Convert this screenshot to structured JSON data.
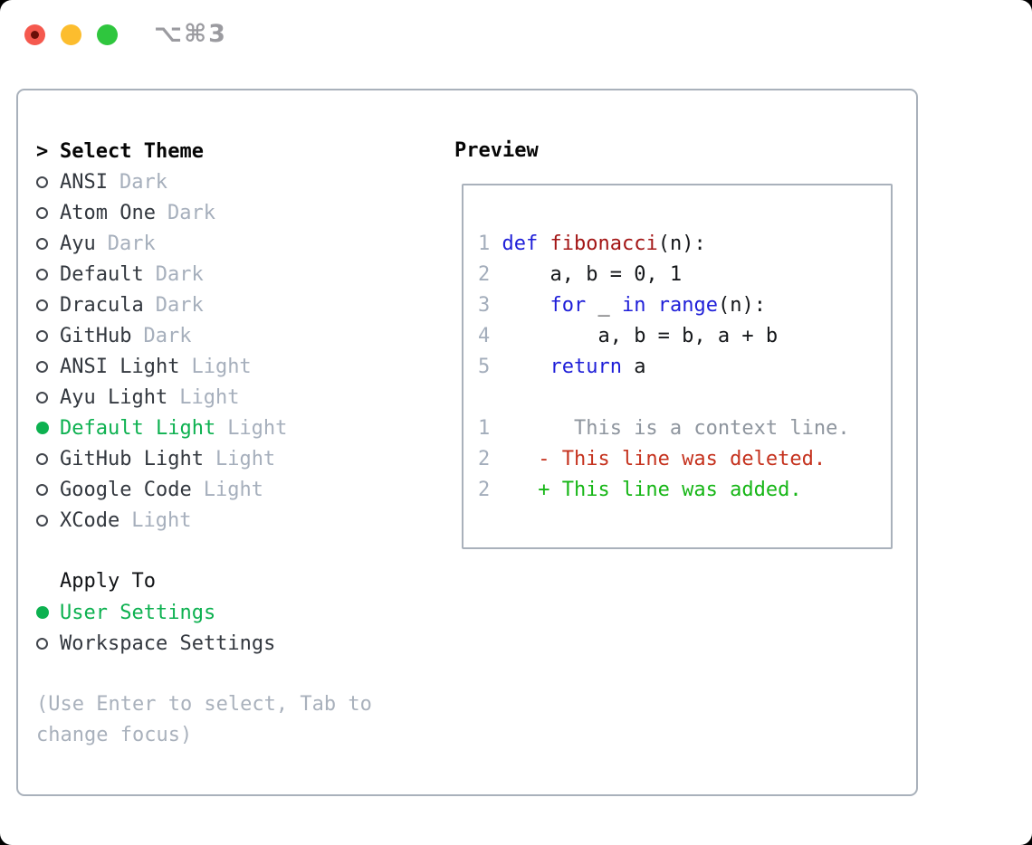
{
  "titlebar": {
    "shortcut": "⌥⌘3"
  },
  "theme_list": {
    "cursor": ">",
    "header": "Select Theme",
    "items": [
      {
        "name": "ANSI",
        "variant": "Dark",
        "selected": false
      },
      {
        "name": "Atom One",
        "variant": "Dark",
        "selected": false
      },
      {
        "name": "Ayu",
        "variant": "Dark",
        "selected": false
      },
      {
        "name": "Default",
        "variant": "Dark",
        "selected": false
      },
      {
        "name": "Dracula",
        "variant": "Dark",
        "selected": false
      },
      {
        "name": "GitHub",
        "variant": "Dark",
        "selected": false
      },
      {
        "name": "ANSI Light",
        "variant": "Light",
        "selected": false
      },
      {
        "name": "Ayu Light",
        "variant": "Light",
        "selected": false
      },
      {
        "name": "Default Light",
        "variant": "Light",
        "selected": true
      },
      {
        "name": "GitHub Light",
        "variant": "Light",
        "selected": false
      },
      {
        "name": "Google Code",
        "variant": "Light",
        "selected": false
      },
      {
        "name": "XCode",
        "variant": "Light",
        "selected": false
      }
    ]
  },
  "apply_to": {
    "header": "Apply To",
    "options": [
      {
        "label": "User Settings",
        "selected": true
      },
      {
        "label": "Workspace Settings",
        "selected": false
      }
    ]
  },
  "hint": {
    "lines": [
      "(Use Enter to select, Tab to",
      "change focus)"
    ]
  },
  "preview": {
    "header": "Preview",
    "code_lines": [
      {
        "num": "1",
        "tokens": [
          {
            "t": " ",
            "c": "plain"
          },
          {
            "t": "def",
            "c": "keyword"
          },
          {
            "t": " ",
            "c": "plain"
          },
          {
            "t": "fibonacci",
            "c": "function"
          },
          {
            "t": "(n):",
            "c": "plain"
          }
        ]
      },
      {
        "num": "2",
        "tokens": [
          {
            "t": "     a, b = 0, 1",
            "c": "plain"
          }
        ]
      },
      {
        "num": "3",
        "tokens": [
          {
            "t": "     ",
            "c": "plain"
          },
          {
            "t": "for",
            "c": "keyword"
          },
          {
            "t": " _ ",
            "c": "plain"
          },
          {
            "t": "in",
            "c": "keyword"
          },
          {
            "t": " ",
            "c": "plain"
          },
          {
            "t": "range",
            "c": "keyword"
          },
          {
            "t": "(n):",
            "c": "plain"
          }
        ]
      },
      {
        "num": "4",
        "tokens": [
          {
            "t": "         a, b = b, a + b",
            "c": "plain"
          }
        ]
      },
      {
        "num": "5",
        "tokens": [
          {
            "t": "     ",
            "c": "plain"
          },
          {
            "t": "return",
            "c": "keyword"
          },
          {
            "t": " a",
            "c": "plain"
          }
        ]
      }
    ],
    "diff_lines": [
      {
        "num": "1",
        "kind": "context",
        "text": "       This is a context line."
      },
      {
        "num": "2",
        "kind": "deleted",
        "text": "    - This line was deleted."
      },
      {
        "num": "2",
        "kind": "added",
        "text": "    + This line was added."
      }
    ]
  },
  "colors": {
    "selection_green": "#0db150",
    "added_green": "#16b616",
    "deleted_red": "#c5321e",
    "keyword_blue": "#1e1ed8",
    "function_red": "#a31515",
    "muted_gray": "#a6afbc",
    "panel_border": "#a9b1bb"
  }
}
